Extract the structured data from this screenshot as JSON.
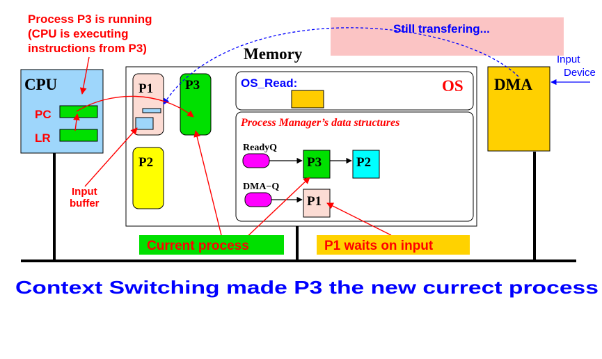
{
  "annotations": {
    "p3_running": [
      "Process P3 is running",
      "(CPU is executing",
      "instructions from P3)"
    ],
    "still_transfering": "Still transfering...",
    "input_device": [
      "Input",
      "Device"
    ],
    "input_buffer": [
      "Input",
      "buffer"
    ],
    "current_process": "Current process",
    "p1_waits": "P1 waits on input"
  },
  "cpu": {
    "title": "CPU",
    "pc": "PC",
    "lr": "LR"
  },
  "memory": {
    "title": "Memory",
    "p1": "P1",
    "p2": "P2",
    "p3": "P3",
    "os_label": "OS",
    "os_read": "OS_Read:",
    "pm_title": "Process Manager’s data structures",
    "readyq": {
      "label": "ReadyQ",
      "first": "P3",
      "second": "P2"
    },
    "dmaq": {
      "label": "DMA−Q",
      "first": "P1"
    }
  },
  "dma": {
    "title": "DMA"
  },
  "caption": "Context Switching made P3 the new currect process",
  "colors": {
    "cpu_fill": "#9ed6fb",
    "p1_fill": "#fcdcd4",
    "green": "#00e000",
    "yellow": "#ffff00",
    "os_read_box": "#ffcc00",
    "dma_fill": "#ffd000",
    "queue_head": "#ff00ff",
    "p2_queue": "#00ffff",
    "current_process_bg": "#00e000",
    "p1_waits_bg": "#ffd200",
    "transfer_bg": "#fbc4c4",
    "red_text": "#ff0000",
    "blue_text": "#0000ff"
  }
}
